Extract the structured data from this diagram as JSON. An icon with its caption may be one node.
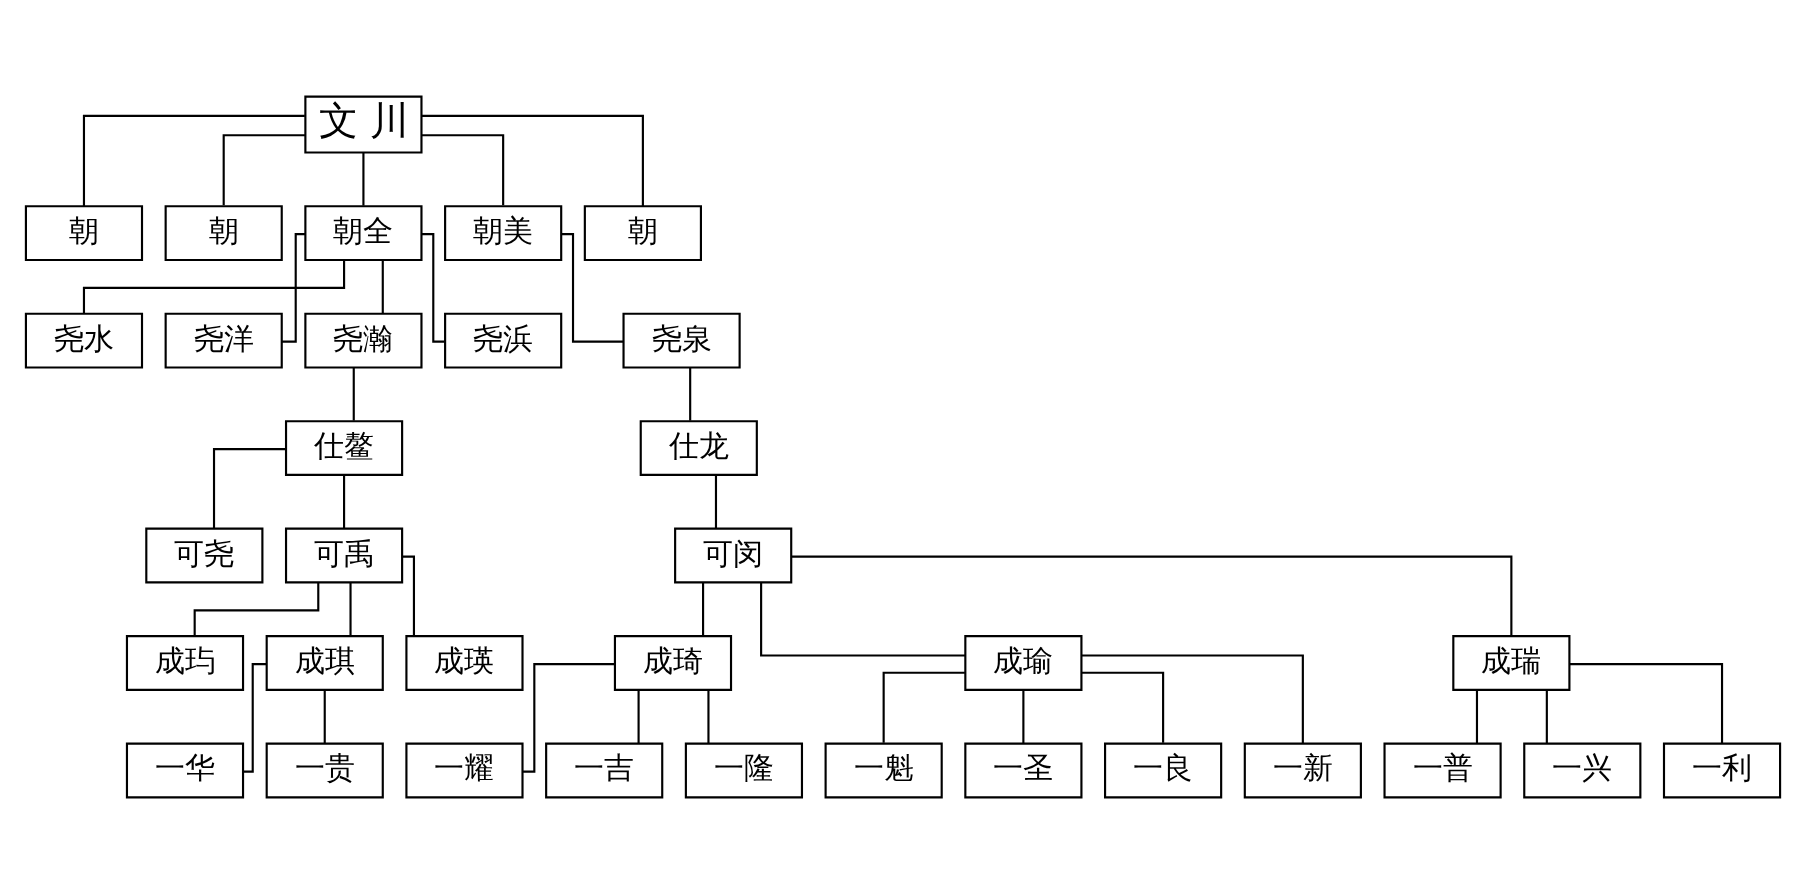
{
  "diagram": {
    "nodes": [
      {
        "text": [
          "文 川"
        ]
      },
      {
        "text": [
          "朝"
        ]
      },
      {
        "text": [
          "朝"
        ]
      },
      {
        "text": [
          "朝全"
        ]
      },
      {
        "text": [
          "朝美"
        ]
      },
      {
        "text": [
          "朝"
        ]
      },
      {
        "text": [
          "尧水"
        ]
      },
      {
        "text": [
          "尧洋"
        ]
      },
      {
        "text": [
          "尧瀚"
        ]
      },
      {
        "text": [
          "尧浜"
        ]
      },
      {
        "text": [
          "尧泉"
        ]
      },
      {
        "text": [
          "仕鳌"
        ]
      },
      {
        "text": [
          "仕龙"
        ]
      },
      {
        "text": [
          "可尧"
        ]
      },
      {
        "text": [
          "可禹"
        ]
      },
      {
        "text": [
          "可闵"
        ]
      },
      {
        "text": [
          "成玙"
        ]
      },
      {
        "text": [
          "成琪"
        ]
      },
      {
        "text": [
          "成瑛"
        ]
      },
      {
        "text": [
          "成琦"
        ]
      },
      {
        "text": [
          "成瑜"
        ]
      },
      {
        "text": [
          "成瑞"
        ]
      },
      {
        "text": [
          "一华"
        ]
      },
      {
        "text": [
          "一贵"
        ]
      },
      {
        "text": [
          "一耀"
        ]
      },
      {
        "text": [
          "一吉"
        ]
      },
      {
        "text": [
          "一隆"
        ]
      },
      {
        "text": [
          "一魁"
        ]
      },
      {
        "text": [
          "一圣"
        ]
      },
      {
        "text": [
          "一良"
        ]
      },
      {
        "text": [
          "一新"
        ]
      },
      {
        "text": [
          "一普"
        ]
      },
      {
        "text": [
          "一兴"
        ]
      },
      {
        "text": [
          "一利"
        ]
      }
    ],
    "edges": [
      {
        "from": 0,
        "to": 1,
        "arrow": "none"
      },
      {
        "from": 0,
        "to": 2,
        "arrow": "none"
      },
      {
        "from": 0,
        "to": 3,
        "arrow": "none"
      },
      {
        "from": 0,
        "to": 4,
        "arrow": "none"
      },
      {
        "from": 0,
        "to": 5,
        "arrow": "none"
      },
      {
        "from": 3,
        "to": 6,
        "arrow": "none"
      },
      {
        "from": 3,
        "to": 7,
        "arrow": "none"
      },
      {
        "from": 3,
        "to": 8,
        "arrow": "none"
      },
      {
        "from": 3,
        "to": 9,
        "arrow": "none"
      },
      {
        "from": 4,
        "to": 10,
        "arrow": "none"
      },
      {
        "from": 8,
        "to": 11,
        "arrow": "none"
      },
      {
        "from": 10,
        "to": 12,
        "arrow": "none"
      },
      {
        "from": 11,
        "to": 13,
        "arrow": "none"
      },
      {
        "from": 11,
        "to": 14,
        "arrow": "none"
      },
      {
        "from": 12,
        "to": 15,
        "arrow": "none"
      },
      {
        "from": 14,
        "to": 16,
        "arrow": "none"
      },
      {
        "from": 14,
        "to": 17,
        "arrow": "none"
      },
      {
        "from": 14,
        "to": 18,
        "arrow": "none"
      },
      {
        "from": 15,
        "to": 19,
        "arrow": "none"
      },
      {
        "from": 15,
        "to": 20,
        "arrow": "none"
      },
      {
        "from": 15,
        "to": 21,
        "arrow": "none"
      },
      {
        "from": 17,
        "to": 22,
        "arrow": "none"
      },
      {
        "from": 17,
        "to": 23,
        "arrow": "none"
      },
      {
        "from": 19,
        "to": 24,
        "arrow": "none"
      },
      {
        "from": 19,
        "to": 25,
        "arrow": "none"
      },
      {
        "from": 19,
        "to": 26,
        "arrow": "none"
      },
      {
        "from": 20,
        "to": 27,
        "arrow": "none"
      },
      {
        "from": 20,
        "to": 28,
        "arrow": "none"
      },
      {
        "from": 20,
        "to": 29,
        "arrow": "none"
      },
      {
        "from": 20,
        "to": 30,
        "arrow": "none"
      },
      {
        "from": 21,
        "to": 31,
        "arrow": "none"
      },
      {
        "from": 21,
        "to": 32,
        "arrow": "none"
      },
      {
        "from": 21,
        "to": 33,
        "arrow": "none"
      }
    ]
  }
}
